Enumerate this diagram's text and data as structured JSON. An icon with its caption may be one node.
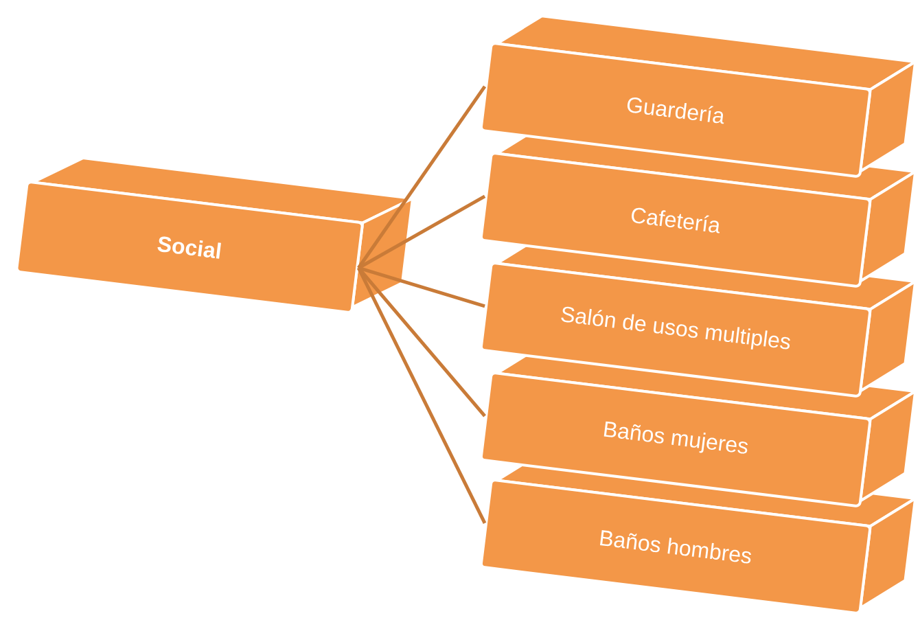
{
  "diagram": {
    "nodes": [
      {
        "text": [
          "Social"
        ]
      },
      {
        "text": [
          "Guardería"
        ]
      },
      {
        "text": [
          "Cafetería"
        ]
      },
      {
        "text": [
          "Salón de usos multiples"
        ]
      },
      {
        "text": [
          "Baños mujeres"
        ]
      },
      {
        "text": [
          "Baños hombres"
        ]
      }
    ],
    "edges": [
      {
        "from": 0,
        "to": 1,
        "arrow": "none"
      },
      {
        "from": 0,
        "to": 2,
        "arrow": "none"
      },
      {
        "from": 0,
        "to": 3,
        "arrow": "none"
      },
      {
        "from": 0,
        "to": 4,
        "arrow": "none"
      },
      {
        "from": 0,
        "to": 5,
        "arrow": "none"
      }
    ]
  }
}
